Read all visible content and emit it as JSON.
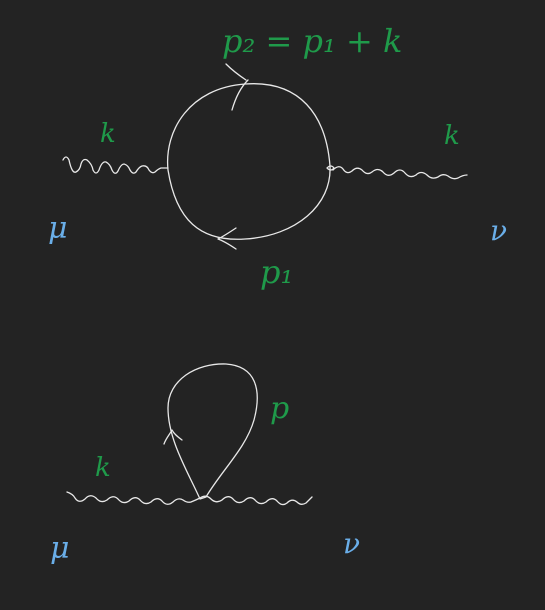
{
  "diagram_top": {
    "label_top_momentum": "p₂ = p₁ + k",
    "label_bottom_momentum": "p₁",
    "label_left_photon": "k",
    "label_right_photon": "k",
    "label_left_index": "μ",
    "label_right_index": "ν"
  },
  "diagram_bottom": {
    "label_loop_momentum": "p",
    "label_photon": "k",
    "label_left_index": "μ",
    "label_right_index": "ν"
  },
  "colors": {
    "background": "#232323",
    "line": "#e8e8e8",
    "momentum_label": "#1f9a4a",
    "index_label": "#6aaee8"
  }
}
